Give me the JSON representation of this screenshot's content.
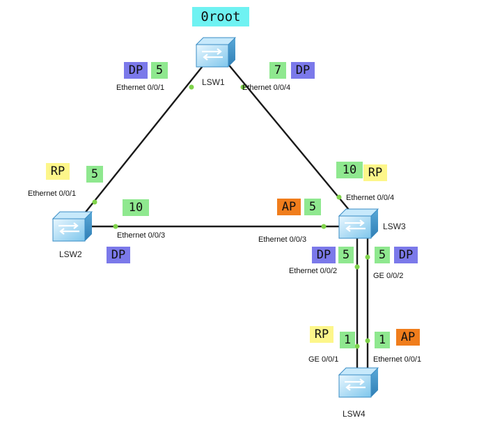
{
  "root_label": "0root",
  "colors": {
    "DP": "#7b79ea",
    "RP": "#fdf68a",
    "AP": "#f07d1c",
    "cost": "#8fe88f",
    "root": "#6ff2f2",
    "link": "#1a1a1a",
    "port_dot": "#7fd34a"
  },
  "switches": {
    "lsw1": "LSW1",
    "lsw2": "LSW2",
    "lsw3": "LSW3",
    "lsw4": "LSW4"
  },
  "ports": {
    "lsw1_e001": {
      "name": "Ethernet 0/0/1",
      "role": "DP",
      "cost": "5"
    },
    "lsw1_e004": {
      "name": "Ethernet 0/0/4",
      "role": "DP",
      "cost": "7"
    },
    "lsw2_e001": {
      "name": "Ethernet 0/0/1",
      "role": "RP",
      "cost": "5"
    },
    "lsw2_e003": {
      "name": "Ethernet 0/0/3",
      "role": "DP",
      "cost": "10"
    },
    "lsw3_e004": {
      "name": "Ethernet 0/0/4",
      "role": "RP",
      "cost": "10"
    },
    "lsw3_e003": {
      "name": "Ethernet 0/0/3",
      "role": "AP",
      "cost": "5"
    },
    "lsw3_e002": {
      "name": "Ethernet 0/0/2",
      "role": "DP",
      "cost": "5"
    },
    "lsw3_ge002": {
      "name": "GE 0/0/2",
      "role": "DP",
      "cost": "5"
    },
    "lsw4_ge001": {
      "name": "GE 0/0/1",
      "role": "RP",
      "cost": "1"
    },
    "lsw4_e001": {
      "name": "Ethernet 0/0/1",
      "role": "AP",
      "cost": "1"
    }
  }
}
